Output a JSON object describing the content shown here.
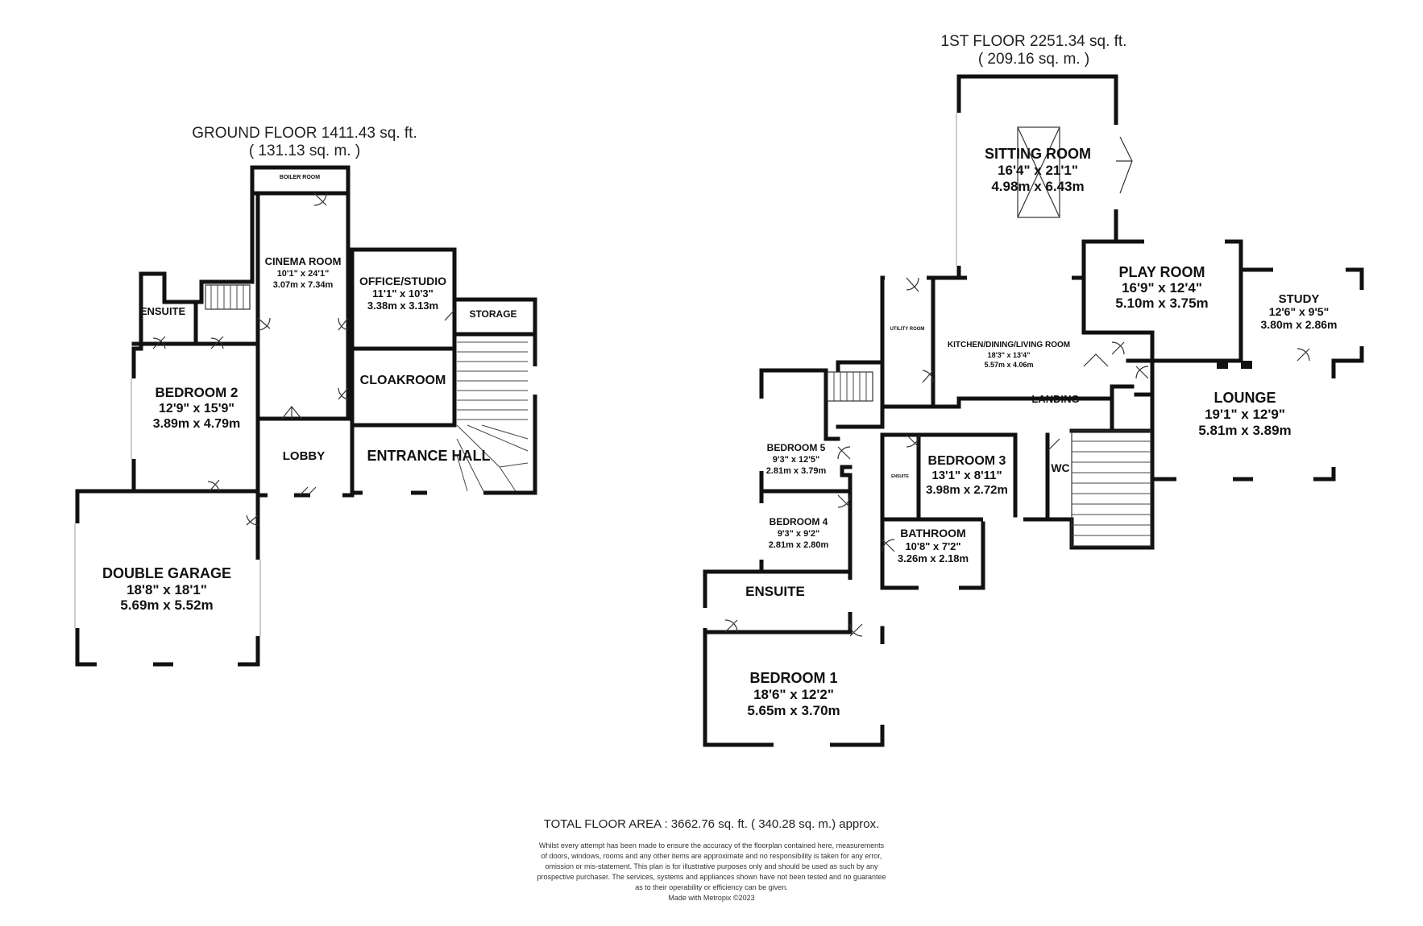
{
  "ground_floor": {
    "title": "GROUND FLOOR 1411.43 sq. ft.",
    "metric": "( 131.13 sq. m. )",
    "rooms": {
      "boiler": {
        "name": "BOILER ROOM"
      },
      "cinema": {
        "name": "CINEMA ROOM",
        "imperial": "10'1\" x 24'1\"",
        "metric": "3.07m x 7.34m"
      },
      "office": {
        "name": "OFFICE/STUDIO",
        "imperial": "11'1\" x 10'3\"",
        "metric": "3.38m x 3.13m"
      },
      "ensuite": {
        "name": "ENSUITE"
      },
      "storage": {
        "name": "STORAGE"
      },
      "cloakroom": {
        "name": "CLOAKROOM"
      },
      "bedroom2": {
        "name": "BEDROOM 2",
        "imperial": "12'9\" x 15'9\"",
        "metric": "3.89m x 4.79m"
      },
      "lobby": {
        "name": "LOBBY"
      },
      "entrance": {
        "name": "ENTRANCE HALL"
      },
      "garage": {
        "name": "DOUBLE GARAGE",
        "imperial": "18'8\" x 18'1\"",
        "metric": "5.69m x 5.52m"
      }
    }
  },
  "first_floor": {
    "title": "1ST FLOOR 2251.34 sq. ft.",
    "metric": "( 209.16 sq. m. )",
    "rooms": {
      "sitting": {
        "name": "SITTING ROOM",
        "imperial": "16'4\" x 21'1\"",
        "metric": "4.98m x 6.43m"
      },
      "play": {
        "name": "PLAY ROOM",
        "imperial": "16'9\" x 12'4\"",
        "metric": "5.10m x 3.75m"
      },
      "study": {
        "name": "STUDY",
        "imperial": "12'6\" x 9'5\"",
        "metric": "3.80m x 2.86m"
      },
      "utility": {
        "name": "UTILITY ROOM"
      },
      "kitchen": {
        "name": "KITCHEN/DINING/LIVING ROOM",
        "imperial": "18'3\" x 13'4\"",
        "metric": "5.57m x 4.06m"
      },
      "landing": {
        "name": "LANDING"
      },
      "lounge": {
        "name": "LOUNGE",
        "imperial": "19'1\" x 12'9\"",
        "metric": "5.81m x 3.89m"
      },
      "bedroom5": {
        "name": "BEDROOM 5",
        "imperial": "9'3\" x 12'5\"",
        "metric": "2.81m x 3.79m"
      },
      "bedroom3": {
        "name": "BEDROOM 3",
        "imperial": "13'1\" x 8'11\"",
        "metric": "3.98m x 2.72m"
      },
      "ensuite3": {
        "name": "ENSUITE"
      },
      "wc": {
        "name": "WC"
      },
      "bedroom4": {
        "name": "BEDROOM 4",
        "imperial": "9'3\" x 9'2\"",
        "metric": "2.81m x 2.80m"
      },
      "bathroom": {
        "name": "BATHROOM",
        "imperial": "10'8\" x 7'2\"",
        "metric": "3.26m x 2.18m"
      },
      "ensuite1": {
        "name": "ENSUITE"
      },
      "bedroom1": {
        "name": "BEDROOM 1",
        "imperial": "18'6\" x 12'2\"",
        "metric": "5.65m x 3.70m"
      }
    }
  },
  "total": "TOTAL FLOOR AREA : 3662.76 sq. ft. ( 340.28 sq. m.) approx.",
  "disclaimer": [
    "Whilst every attempt has been made to ensure the accuracy of the floorplan contained here, measurements",
    "of doors, windows, rooms and any other items are approximate and no responsibility is taken for any error,",
    "omission or mis-statement. This plan is for illustrative purposes only and should be used as such by any",
    "prospective purchaser. The services, systems and appliances shown have not been tested and no guarantee",
    "as to their operability or efficiency can be given.",
    "Made with Metropix ©2023"
  ]
}
